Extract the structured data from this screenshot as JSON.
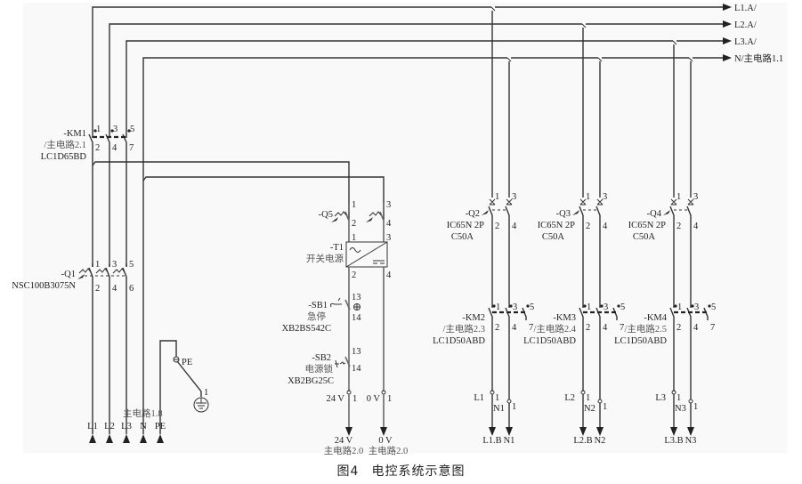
{
  "caption": {
    "figure_number": "图4",
    "title": "电控系统示意图"
  },
  "bus_outputs": [
    "L1.A/",
    "L2.A/",
    "L3.A/",
    "N/主电路1.1"
  ],
  "km1": {
    "tag": "-KM1",
    "ref": "/主电路2.1",
    "model": "LC1D65BD",
    "terminals_top": [
      "1",
      "3",
      "5"
    ],
    "terminals_bottom": [
      "2",
      "4",
      "7"
    ]
  },
  "q1": {
    "tag": "-Q1",
    "model": "NSC100B3075N",
    "terminals_top": [
      "1",
      "3",
      "5"
    ],
    "terminals_bottom": [
      "2",
      "4",
      "6"
    ]
  },
  "main_inputs": {
    "ref": "主电路1.8",
    "labels": [
      "L1",
      "L2",
      "L3",
      "N",
      "PE"
    ]
  },
  "pe_terminal": {
    "label": "PE",
    "terminal": "1"
  },
  "q5": {
    "tag": "-Q5",
    "terminals": [
      "1",
      "2",
      "3",
      "4"
    ]
  },
  "t1": {
    "tag": "-T1",
    "name": "开关电源",
    "terminals": [
      "1",
      "2",
      "3",
      "4"
    ]
  },
  "sb1": {
    "tag": "-SB1",
    "name": "急停",
    "model": "XB2BS542C",
    "terminals": [
      "13",
      "14"
    ]
  },
  "sb2": {
    "tag": "-SB2",
    "name": "电源锁",
    "model": "XB2BG25C",
    "terminals": [
      "13",
      "14"
    ]
  },
  "dc_outputs": {
    "terminal_labels": [
      "24 V",
      "0 V"
    ],
    "terminal_num": "1",
    "outputs": [
      {
        "label": "24 V",
        "ref": "主电路2.0"
      },
      {
        "label": "0 V",
        "ref": "主电路2.0"
      }
    ]
  },
  "branches": [
    {
      "breaker": {
        "tag": "-Q2",
        "model": "IC65N 2P",
        "rating": "C50A"
      },
      "contactor": {
        "tag": "-KM2",
        "ref": "/主电路2.3",
        "model": "LC1D50ABD"
      },
      "terminal_line": "L1",
      "terminal_neutral": "N1",
      "out_line": "L1.B",
      "out_neutral": "N1"
    },
    {
      "breaker": {
        "tag": "-Q3",
        "model": "IC65N 2P",
        "rating": "C50A"
      },
      "contactor": {
        "tag": "-KM3",
        "ref": "/主电路2.4",
        "model": "LC1D50ABD"
      },
      "terminal_line": "L2",
      "terminal_neutral": "N2",
      "out_line": "L2.B",
      "out_neutral": "N2"
    },
    {
      "breaker": {
        "tag": "-Q4",
        "model": "IC65N 2P",
        "rating": "C50A"
      },
      "contactor": {
        "tag": "-KM4",
        "ref": "/主电路2.5",
        "model": "LC1D50ABD"
      },
      "terminal_line": "L3",
      "terminal_neutral": "N3",
      "out_line": "L3.B",
      "out_neutral": "N3"
    }
  ],
  "breaker_terminals": [
    "1",
    "3",
    "2",
    "4"
  ],
  "contactor_terminals": [
    "1",
    "3",
    "5",
    "2",
    "4",
    "7"
  ],
  "terminal_num": "1"
}
